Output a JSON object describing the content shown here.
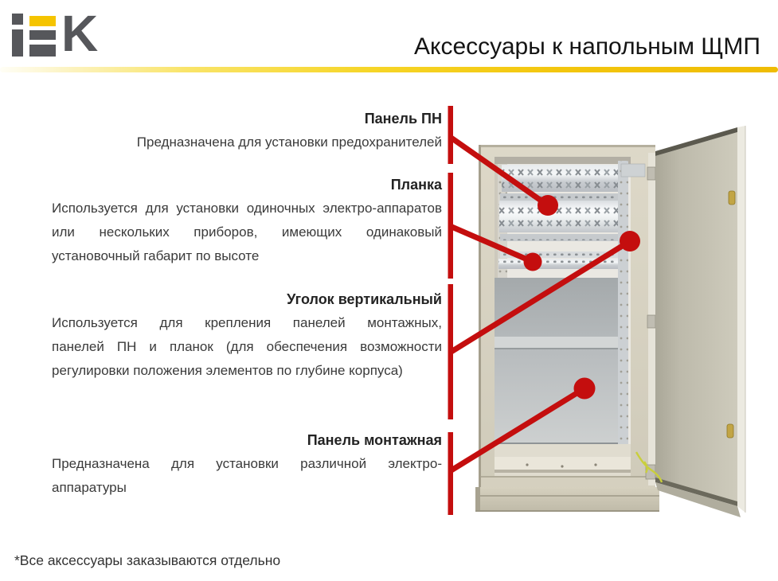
{
  "colors": {
    "accent_red": "#c40e0e",
    "brand_yellow": "#f5c400",
    "logo_gray": "#56575b",
    "title_color": "#141414",
    "text_color": "#3a3a3a"
  },
  "header": {
    "logo_letter_k": "K",
    "logo_name": "iek-logo",
    "title": "Аксессуары к напольным ЩМП"
  },
  "callouts": [
    {
      "heading": "Панель ПН",
      "lines": [
        "Предназначена для установки предохранителей"
      ]
    },
    {
      "heading": "Планка",
      "lines": [
        "Используется для установки одиночных электро-аппаратов",
        "или нескольких приборов, имеющих одинаковый",
        "установочный габарит по высоте"
      ]
    },
    {
      "heading": "Уголок вертикальный",
      "lines": [
        "Используется для крепления панелей монтажных,",
        "панелей ПН и планок (для обеспечения возможности",
        "регулировки положения элементов по глубине корпуса)"
      ]
    },
    {
      "heading": "Панель монтажная",
      "lines": [
        "Предназначена для установки различной электро-",
        "аппаратуры"
      ]
    }
  ],
  "footnote": "*Все аксессуары заказываются отдельно",
  "figure": {
    "name": "shmp-floor-cabinet-photo",
    "annotated_parts": [
      "fuse-panel-pn",
      "mounting-strip",
      "vertical-angle",
      "mounting-panel"
    ]
  }
}
